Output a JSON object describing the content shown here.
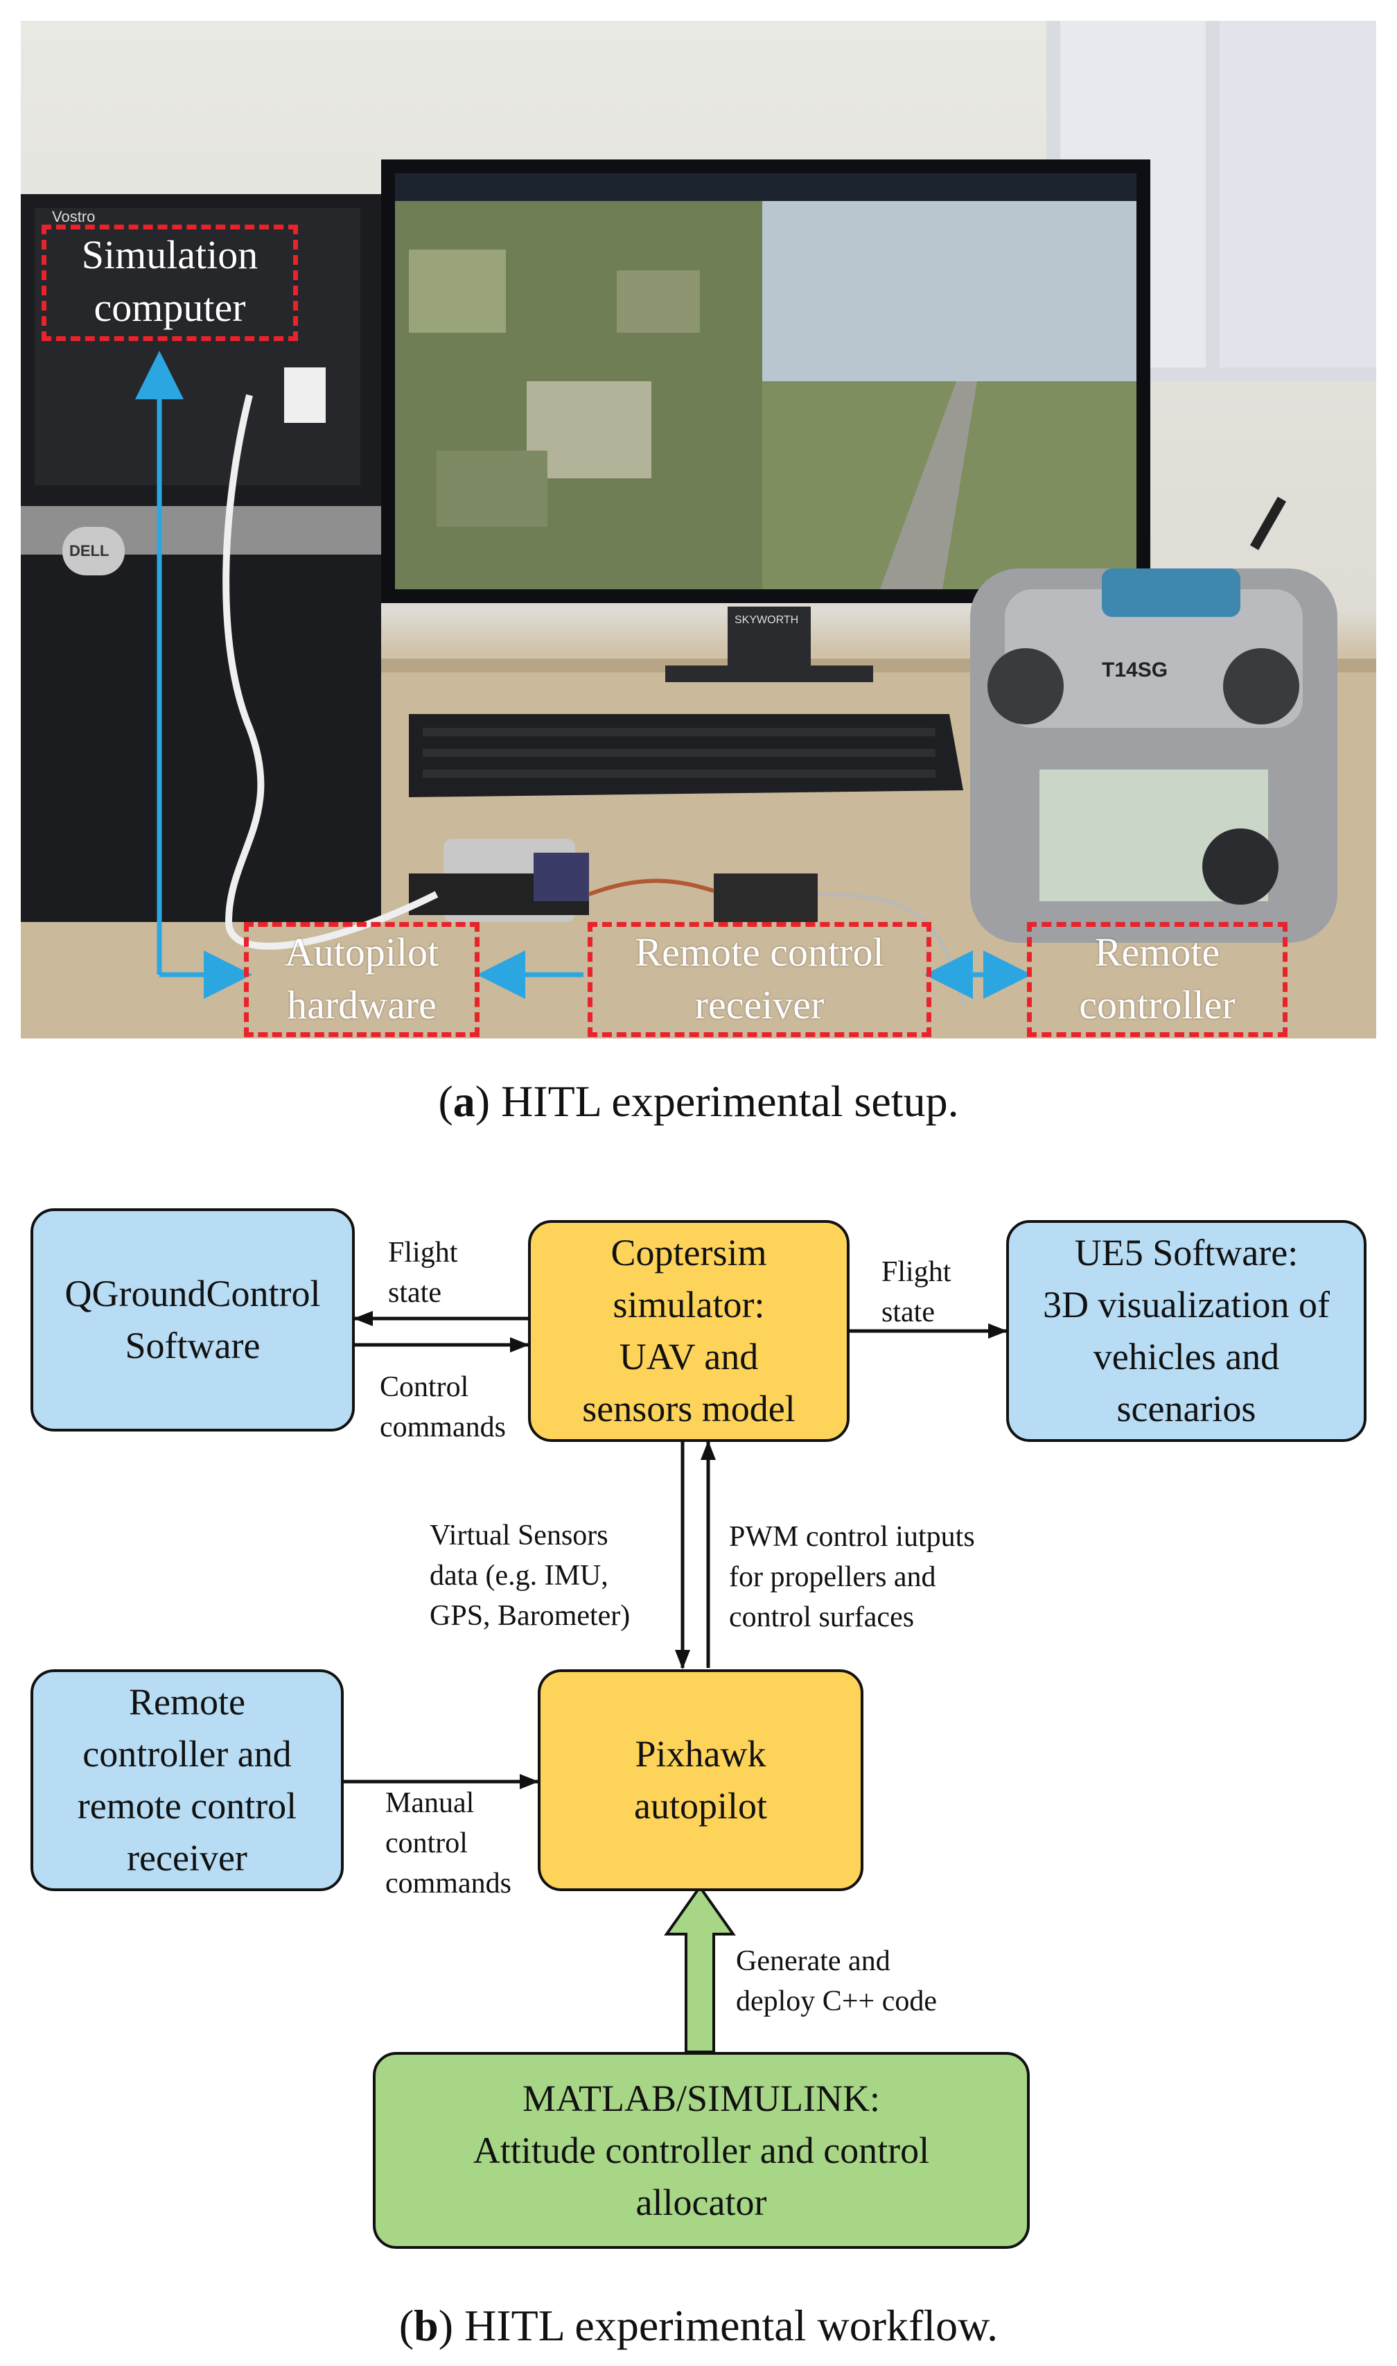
{
  "photo": {
    "labels": {
      "simulation_computer": [
        "Simulation",
        "computer"
      ],
      "autopilot_hardware": [
        "Autopilot",
        "hardware"
      ],
      "rc_receiver": [
        "Remote control",
        "receiver"
      ],
      "remote_controller": [
        "Remote",
        "controller"
      ]
    },
    "scene_text": {
      "pc_brand": "Vostro",
      "pc_logo": "DELL",
      "monitor_brand": "SKYWORTH",
      "controller_model": "T14SG"
    },
    "colors": {
      "dash": "#e8232b",
      "arrow": "#2ca6e0"
    }
  },
  "caption_a": {
    "letter": "a",
    "text": " HITL experimental setup."
  },
  "diagram": {
    "nodes": {
      "qgc": [
        "QGroundControl",
        "Software"
      ],
      "coptersim": [
        "Coptersim",
        "simulator:",
        "UAV and",
        "sensors model"
      ],
      "ue5": [
        "UE5 Software:",
        "3D visualization of",
        "vehicles and",
        "scenarios"
      ],
      "rc": [
        "Remote",
        "controller and",
        "remote control",
        "receiver"
      ],
      "pixhawk": [
        "Pixhawk",
        "autopilot"
      ],
      "matlab": [
        "MATLAB/SIMULINK:",
        "Attitude controller and control",
        "allocator"
      ]
    },
    "edges": {
      "flight_state_left": [
        "Flight",
        "state"
      ],
      "control_commands": [
        "Control",
        "commands"
      ],
      "flight_state_right": [
        "Flight",
        "state"
      ],
      "virtual_sensors": [
        "Virtual Sensors",
        "data (e.g. IMU,",
        "GPS, Barometer)"
      ],
      "pwm": [
        "PWM control iutputs",
        "for propellers and",
        "control surfaces"
      ],
      "manual": [
        "Manual",
        "control",
        "commands"
      ],
      "generate": [
        "Generate and",
        "deploy C++ code"
      ]
    },
    "colors": {
      "blue": "#b7dcf3",
      "yellow": "#fdd35a",
      "green": "#a6d686"
    }
  },
  "caption_b": {
    "letter": "b",
    "text": " HITL experimental workflow."
  }
}
